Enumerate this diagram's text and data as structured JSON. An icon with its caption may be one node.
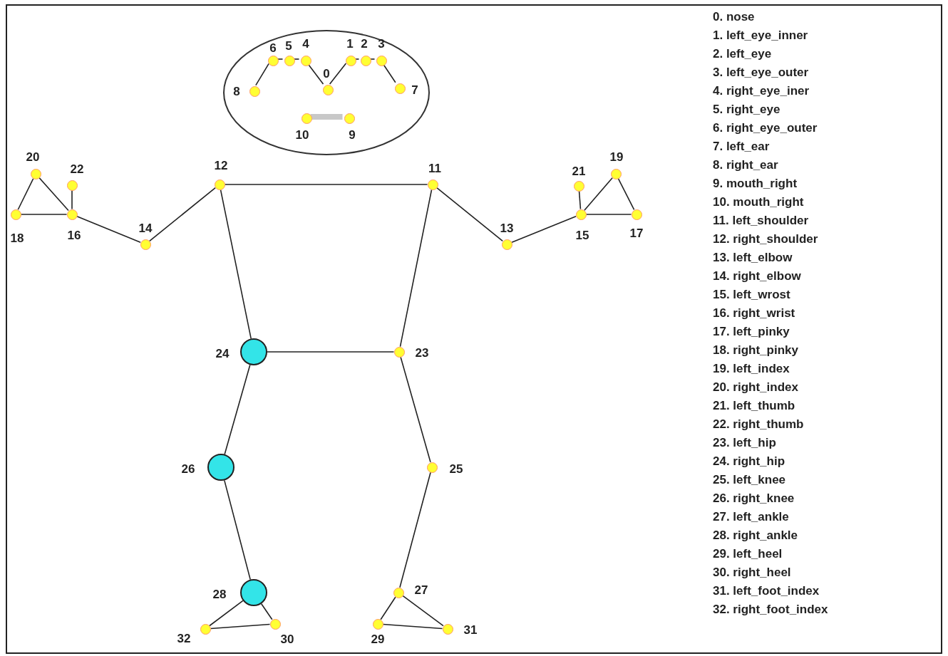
{
  "diagram": {
    "nodes": [
      {
        "text": [],
        "shape": "circle"
      },
      {
        "text": [],
        "shape": "circle",
        "in": 0,
        "beside": [
          "0"
        ]
      },
      {
        "text": [],
        "shape": "circle",
        "in": 0,
        "beside": [
          "1"
        ]
      },
      {
        "text": [],
        "shape": "circle",
        "in": 0,
        "beside": [
          "2"
        ]
      },
      {
        "text": [],
        "shape": "circle",
        "in": 0,
        "beside": [
          "3"
        ]
      },
      {
        "text": [],
        "shape": "circle",
        "in": 0,
        "beside": [
          "4"
        ]
      },
      {
        "text": [],
        "shape": "circle",
        "in": 0,
        "beside": [
          "5"
        ]
      },
      {
        "text": [],
        "shape": "circle",
        "in": 0,
        "beside": [
          "6"
        ]
      },
      {
        "text": [],
        "shape": "circle",
        "in": 0,
        "beside": [
          "7"
        ]
      },
      {
        "text": [],
        "shape": "circle",
        "in": 0,
        "beside": [
          "8"
        ]
      },
      {
        "text": [],
        "shape": "circle",
        "in": 0,
        "beside": [
          "9"
        ]
      },
      {
        "text": [],
        "shape": "circle",
        "in": 0,
        "beside": [
          "10"
        ]
      },
      {
        "text": [],
        "shape": "circle",
        "beside": [
          "11"
        ]
      },
      {
        "text": [],
        "shape": "circle",
        "beside": [
          "12"
        ]
      },
      {
        "text": [],
        "shape": "circle",
        "beside": [
          "13"
        ]
      },
      {
        "text": [],
        "shape": "circle",
        "beside": [
          "14"
        ]
      },
      {
        "text": [],
        "shape": "circle",
        "beside": [
          "15"
        ]
      },
      {
        "text": [],
        "shape": "circle",
        "beside": [
          "16"
        ]
      },
      {
        "text": [],
        "shape": "circle",
        "beside": [
          "17"
        ]
      },
      {
        "text": [],
        "shape": "circle",
        "beside": [
          "18"
        ]
      },
      {
        "text": [],
        "shape": "circle",
        "beside": [
          "19"
        ]
      },
      {
        "text": [],
        "shape": "circle",
        "beside": [
          "20"
        ]
      },
      {
        "text": [],
        "shape": "circle",
        "beside": [
          "21"
        ]
      },
      {
        "text": [],
        "shape": "circle",
        "beside": [
          "22"
        ]
      },
      {
        "text": [],
        "shape": "circle",
        "beside": [
          "23"
        ]
      },
      {
        "text": [],
        "shape": "circle",
        "beside": [
          "24"
        ]
      },
      {
        "text": [],
        "shape": "circle",
        "beside": [
          "25"
        ]
      },
      {
        "text": [],
        "shape": "circle",
        "beside": [
          "26"
        ]
      },
      {
        "text": [],
        "shape": "circle",
        "beside": [
          "27"
        ]
      },
      {
        "text": [],
        "shape": "circle",
        "beside": [
          "28"
        ]
      },
      {
        "text": [],
        "shape": "circle",
        "beside": [
          "29"
        ]
      },
      {
        "text": [],
        "shape": "circle",
        "beside": [
          "30"
        ]
      },
      {
        "text": [],
        "shape": "circle",
        "beside": [
          "31"
        ]
      },
      {
        "text": [],
        "shape": "circle",
        "beside": [
          "32"
        ]
      }
    ],
    "edges": [
      {
        "from": 9,
        "to": 7,
        "arrow": "none"
      },
      {
        "from": 7,
        "to": 6,
        "arrow": "none"
      },
      {
        "from": 6,
        "to": 5,
        "arrow": "none"
      },
      {
        "from": 5,
        "to": 1,
        "arrow": "none"
      },
      {
        "from": 1,
        "to": 2,
        "arrow": "none"
      },
      {
        "from": 2,
        "to": 3,
        "arrow": "none"
      },
      {
        "from": 3,
        "to": 4,
        "arrow": "none"
      },
      {
        "from": 4,
        "to": 8,
        "arrow": "none"
      },
      {
        "from": 11,
        "to": 10,
        "arrow": "none",
        "style": "thick",
        "color": "#c8c8c8"
      },
      {
        "from": 13,
        "to": 12,
        "arrow": "none"
      },
      {
        "from": 13,
        "to": 15,
        "arrow": "none"
      },
      {
        "from": 15,
        "to": 17,
        "arrow": "none"
      },
      {
        "from": 17,
        "to": 19,
        "arrow": "none"
      },
      {
        "from": 17,
        "to": 21,
        "arrow": "none"
      },
      {
        "from": 19,
        "to": 21,
        "arrow": "none"
      },
      {
        "from": 17,
        "to": 23,
        "arrow": "none"
      },
      {
        "from": 12,
        "to": 14,
        "arrow": "none"
      },
      {
        "from": 14,
        "to": 16,
        "arrow": "none"
      },
      {
        "from": 16,
        "to": 18,
        "arrow": "none"
      },
      {
        "from": 16,
        "to": 20,
        "arrow": "none"
      },
      {
        "from": 18,
        "to": 20,
        "arrow": "none"
      },
      {
        "from": 16,
        "to": 22,
        "arrow": "none"
      },
      {
        "from": 13,
        "to": 25,
        "arrow": "none"
      },
      {
        "from": 12,
        "to": 24,
        "arrow": "none"
      },
      {
        "from": 25,
        "to": 24,
        "arrow": "none"
      },
      {
        "from": 25,
        "to": 27,
        "arrow": "none"
      },
      {
        "from": 27,
        "to": 29,
        "arrow": "none"
      },
      {
        "from": 29,
        "to": 33,
        "arrow": "none"
      },
      {
        "from": 29,
        "to": 31,
        "arrow": "none"
      },
      {
        "from": 31,
        "to": 33,
        "arrow": "none"
      },
      {
        "from": 24,
        "to": 26,
        "arrow": "none"
      },
      {
        "from": 26,
        "to": 28,
        "arrow": "none"
      },
      {
        "from": 28,
        "to": 30,
        "arrow": "none"
      },
      {
        "from": 28,
        "to": 32,
        "arrow": "none"
      },
      {
        "from": 30,
        "to": 32,
        "arrow": "none"
      }
    ],
    "labels": [
      "0. nose",
      "1. left_eye_inner",
      "2. left_eye",
      "3. left_eye_outer",
      "4. right_eye_iner",
      "5. right_eye",
      "6. right_eye_outer",
      "7. left_ear",
      "8. right_ear",
      "9. mouth_right",
      "10. mouth_right",
      "11. left_shoulder",
      "12. right_shoulder",
      "13. left_elbow",
      "14. right_elbow",
      "15. left_wrost",
      "16. right_wrist",
      "17. left_pinky",
      "18. right_pinky",
      "19. left_index",
      "20. right_index",
      "21. left_thumb",
      "22. right_thumb",
      "23. left_hip",
      "24. right_hip",
      "25. left_knee",
      "26. right_knee",
      "27. left_ankle",
      "28. right_ankle",
      "29. left_heel",
      "30. right_heel",
      "31. left_foot_index",
      "32. right_foot_index"
    ]
  }
}
